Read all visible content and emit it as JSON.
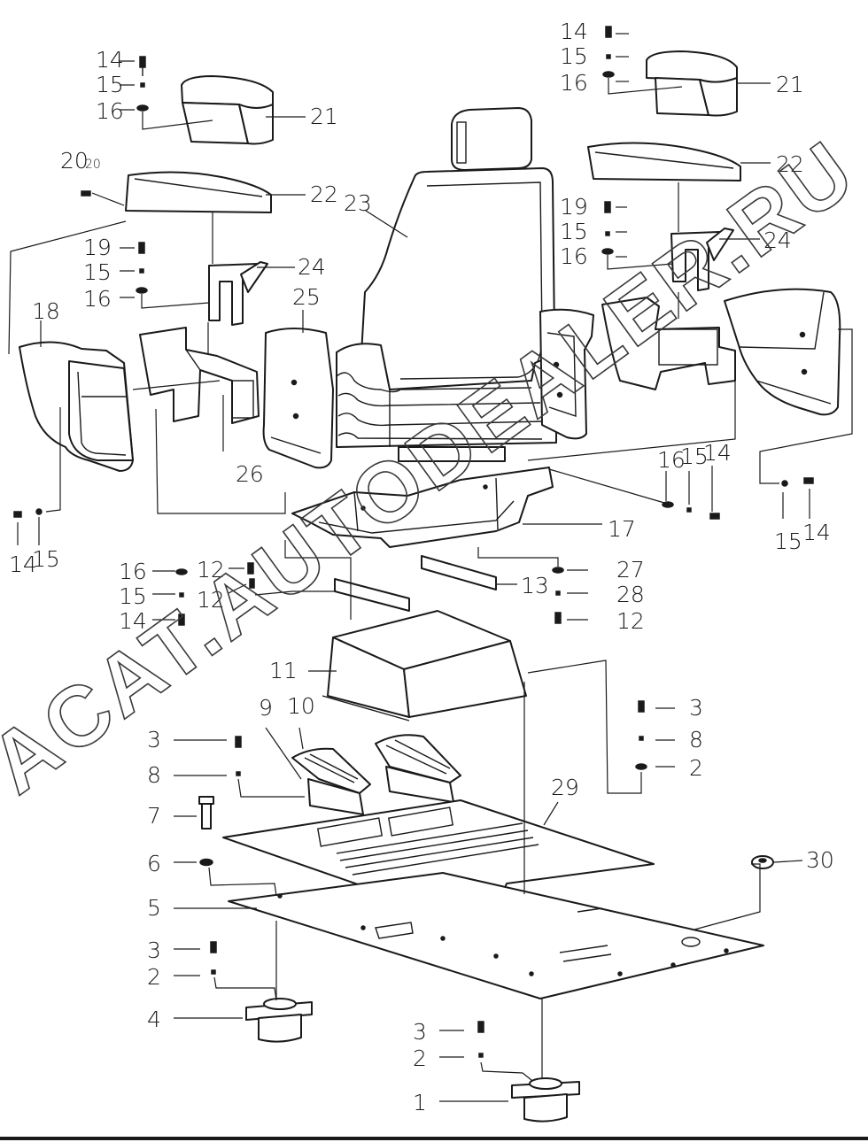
{
  "diagram": {
    "callouts": [
      {
        "id": "c14a",
        "text": "14"
      },
      {
        "id": "c15a",
        "text": "15"
      },
      {
        "id": "c16a",
        "text": "16"
      },
      {
        "id": "c21a",
        "text": "21"
      },
      {
        "id": "c20",
        "text": "20"
      },
      {
        "id": "c20s",
        "text": "20"
      },
      {
        "id": "c22a",
        "text": "22"
      },
      {
        "id": "c23",
        "text": "23"
      },
      {
        "id": "c19a",
        "text": "19"
      },
      {
        "id": "c15b",
        "text": "15"
      },
      {
        "id": "c16b",
        "text": "16"
      },
      {
        "id": "c24a",
        "text": "24"
      },
      {
        "id": "c25",
        "text": "25"
      },
      {
        "id": "c18",
        "text": "18"
      },
      {
        "id": "c26",
        "text": "26"
      },
      {
        "id": "c14b",
        "text": "14"
      },
      {
        "id": "c15c",
        "text": "15"
      },
      {
        "id": "c16c",
        "text": "16"
      },
      {
        "id": "c21b",
        "text": "21"
      },
      {
        "id": "c22b",
        "text": "22"
      },
      {
        "id": "c19b",
        "text": "19"
      },
      {
        "id": "c15d",
        "text": "15"
      },
      {
        "id": "c16d",
        "text": "16"
      },
      {
        "id": "c24b",
        "text": "24"
      },
      {
        "id": "c16e",
        "text": "16"
      },
      {
        "id": "c15e",
        "text": "15"
      },
      {
        "id": "c14c",
        "text": "14"
      },
      {
        "id": "c15f",
        "text": "15"
      },
      {
        "id": "c14d",
        "text": "14"
      },
      {
        "id": "c17",
        "text": "17"
      },
      {
        "id": "c14e",
        "text": "14"
      },
      {
        "id": "c15g",
        "text": "15"
      },
      {
        "id": "c16f",
        "text": "16"
      },
      {
        "id": "c15h",
        "text": "15"
      },
      {
        "id": "c14f",
        "text": "14"
      },
      {
        "id": "c12a",
        "text": "12"
      },
      {
        "id": "c12b",
        "text": "12"
      },
      {
        "id": "c13",
        "text": "13"
      },
      {
        "id": "c27",
        "text": "27"
      },
      {
        "id": "c28",
        "text": "28"
      },
      {
        "id": "c12c",
        "text": "12"
      },
      {
        "id": "c11",
        "text": "11"
      },
      {
        "id": "c9",
        "text": "9"
      },
      {
        "id": "c10",
        "text": "10"
      },
      {
        "id": "c3a",
        "text": "3"
      },
      {
        "id": "c8a",
        "text": "8"
      },
      {
        "id": "c3b",
        "text": "3"
      },
      {
        "id": "c8b",
        "text": "8"
      },
      {
        "id": "c2a",
        "text": "2"
      },
      {
        "id": "c7",
        "text": "7"
      },
      {
        "id": "c6",
        "text": "6"
      },
      {
        "id": "c29",
        "text": "29"
      },
      {
        "id": "c30",
        "text": "30"
      },
      {
        "id": "c5",
        "text": "5"
      },
      {
        "id": "c3c",
        "text": "3"
      },
      {
        "id": "c2b",
        "text": "2"
      },
      {
        "id": "c4",
        "text": "4"
      },
      {
        "id": "c3d",
        "text": "3"
      },
      {
        "id": "c2c",
        "text": "2"
      },
      {
        "id": "c1",
        "text": "1"
      }
    ],
    "watermark": "ACAT.AUTODEALER.RU"
  }
}
